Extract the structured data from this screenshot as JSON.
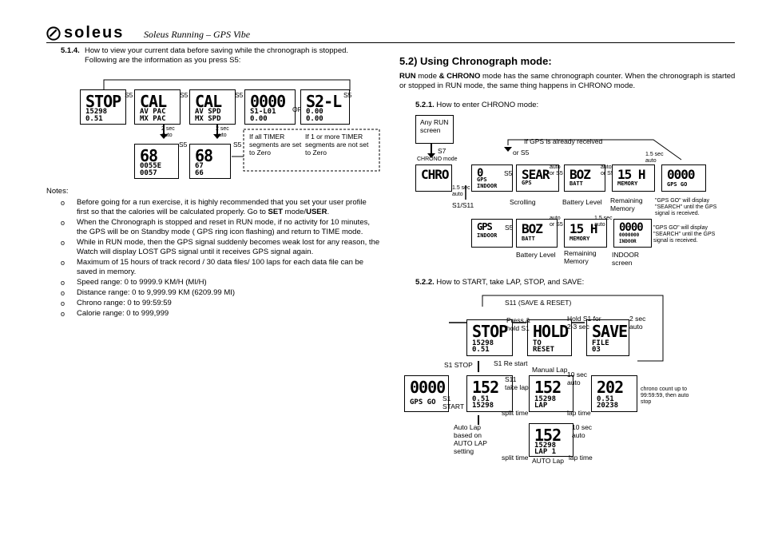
{
  "header": {
    "brand": "soleus",
    "subtitle": "Soleus Running – GPS Vibe"
  },
  "left": {
    "section_num": "5.1.4.",
    "section_text_1": "How to view your current data before saving while the chronograph is stopped.",
    "section_text_2": "Following are the information as you press S5:",
    "diagram": {
      "screens": [
        {
          "big": "STOP",
          "l2": "15298",
          "l3": "0.51"
        },
        {
          "big": "CAL",
          "l2": "AV PAC",
          "l3": "MX PAC"
        },
        {
          "big": "CAL",
          "l2": "AV SPD",
          "l3": "MX SPD"
        },
        {
          "big": "0000",
          "l2": "S1-L01",
          "l3": "0.00"
        },
        {
          "big": "S2-L",
          "l2": "0.00",
          "l3": "0.00"
        },
        {
          "big": "68",
          "l2": "0055E",
          "l3": "0057"
        },
        {
          "big": "68",
          "l2": "67",
          "l3": "66"
        }
      ],
      "s5": "S5",
      "or": "OR",
      "two_sec_auto": "2 sec auto",
      "note_all": "If all TIMER segments are set to Zero",
      "note_one": "If 1 or more TIMER segments are not set to Zero"
    },
    "notes_title": "Notes:",
    "notes": [
      "Before going for a run exercise, it is highly recommended that you set your user profile first so that the calories will be calculated properly. Go to ",
      "When the Chronograph is stopped and reset in RUN mode, if no activity for 10 minutes, the GPS will be on Standby mode ( GPS ring icon flashing) and return to TIME mode.",
      "While in RUN mode, then the GPS signal suddenly becomes weak lost for any reason, the Watch will display LOST GPS signal until it receives GPS signal again.",
      "Maximum of 15 hours of track record / 30 data files/ 100 laps for each data file can be saved in memory.",
      "Speed range: 0 to 9999.9 KM/H (MI/H)",
      "Distance range: 0 to 9,999.99 KM (6209.99 MI)",
      "Chrono range: 0 to 99:59:59",
      "Calorie range: 0 to 999,999"
    ],
    "note0_set": "SET",
    "note0_mode": " mode/",
    "note0_user": "USER",
    "note0_end": "."
  },
  "right": {
    "title": "5.2) Using Chronograph mode:",
    "intro_run": "RUN",
    "intro_mid": " mode ",
    "intro_chrono": "& CHRONO",
    "intro_rest": " mode has the same chronograph counter. When the chronograph is started or stopped in RUN mode, the same thing happens in CHRONO mode.",
    "s521_num": "5.2.1.",
    "s521_text": "How to enter CHRONO mode:",
    "d1": {
      "any_run": "Any RUN screen",
      "s7": "S7",
      "chrono_mode": "CHRONO mode",
      "if_gps": "If GPS is already received",
      "or_s5": "or S5",
      "s5": "S5",
      "sec15": "1.5 sec auto",
      "auto_or_s5": "auto or S5",
      "s1s11": "S1/S11",
      "scrolling": "Scrolling",
      "battery": "Battery Level",
      "remaining": "Remaining Memory",
      "gps_go_note": "\"GPS GO\" will display \"SEARCH\" until the GPS signal is received.",
      "indoor": "INDOOR screen",
      "screens": [
        {
          "big": "CHRO"
        },
        {
          "big": "0",
          "l2": "GPS",
          "l3": "INDOOR"
        },
        {
          "big": "SEAR",
          "l2": "GPS"
        },
        {
          "big": "BOZ",
          "l2": "BATT"
        },
        {
          "big": "15 H",
          "l2": "MEMORY"
        },
        {
          "big": "0000",
          "l2": "GPS GO"
        },
        {
          "big": "GPS",
          "l2": "INDOOR"
        },
        {
          "big": "BOZ",
          "l2": "BATT"
        },
        {
          "big": "15 H",
          "l2": "MEMORY"
        },
        {
          "big": "0000",
          "l2": "0000000",
          "l3": "INDOOR"
        }
      ]
    },
    "s522_num": "5.2.2.",
    "s522_text": "How to START, take LAP, STOP, and SAVE:",
    "d2": {
      "s11_save": "S11 (SAVE & RESET)",
      "press_hold": "Press & hold S1",
      "hold_s1": "Hold S1 for 2-3 sec",
      "two_sec": "2 sec auto",
      "s1_stop": "S1 STOP",
      "s1_restart": "S1 Re start",
      "s11_take": "S11 take lap",
      "manual_lap": "Manual Lap",
      "ten_sec": "10 sec auto",
      "s1_start": "S1 START",
      "split": "split time",
      "lap_time": "lap time",
      "count_up": "chrono count up to 99:59:59, then auto stop",
      "auto_lap": "Auto Lap based on AUTO LAP setting",
      "auto_lap2": "AUTO Lap",
      "screens": [
        {
          "big": "STOP",
          "l2": "15298",
          "l3": "0.51"
        },
        {
          "big": "HOLD",
          "l2": "TO",
          "l3": "RESET"
        },
        {
          "big": "SAVE",
          "l2": "FILE",
          "l3": "03"
        },
        {
          "big": "0000",
          "l2": "GPS GO"
        },
        {
          "big": "152",
          "l2": "0.51",
          "l3": "15298"
        },
        {
          "big": "152",
          "l2": "15298",
          "l3": "LAP"
        },
        {
          "big": "202",
          "l2": "0.51",
          "l3": "20238"
        },
        {
          "big": "152",
          "l2": "15298",
          "l3": "LAP 1"
        }
      ]
    }
  }
}
